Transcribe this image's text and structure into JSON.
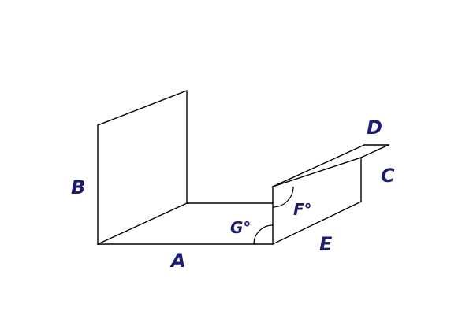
{
  "diagram": {
    "labels": {
      "a": "A",
      "b": "B",
      "c": "C",
      "d": "D",
      "e": "E",
      "f": "F°",
      "g": "G°"
    },
    "colors": {
      "line": "#000000",
      "label": "#1c1c6e",
      "background": "#ffffff"
    }
  }
}
